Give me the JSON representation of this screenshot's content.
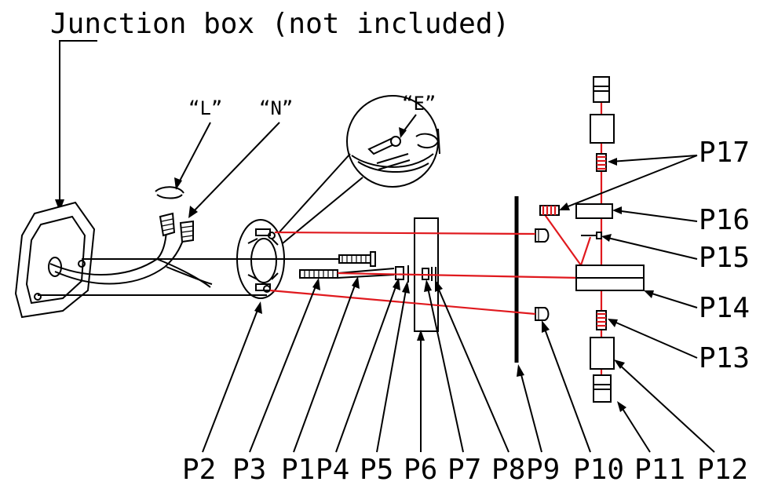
{
  "title": "Junction box (not included)",
  "wire_labels": {
    "live": "“L”",
    "neutral": "“N”",
    "earth": "“E”"
  },
  "bottom_labels": [
    "P2",
    "P3",
    "P1",
    "P4",
    "P5",
    "P6",
    "P7",
    "P8",
    "P9",
    "P10",
    "P11",
    "P12"
  ],
  "right_labels": [
    "P17",
    "P16",
    "P15",
    "P14",
    "P13"
  ],
  "colors": {
    "line": "#000000",
    "guide": "#e0191e"
  }
}
